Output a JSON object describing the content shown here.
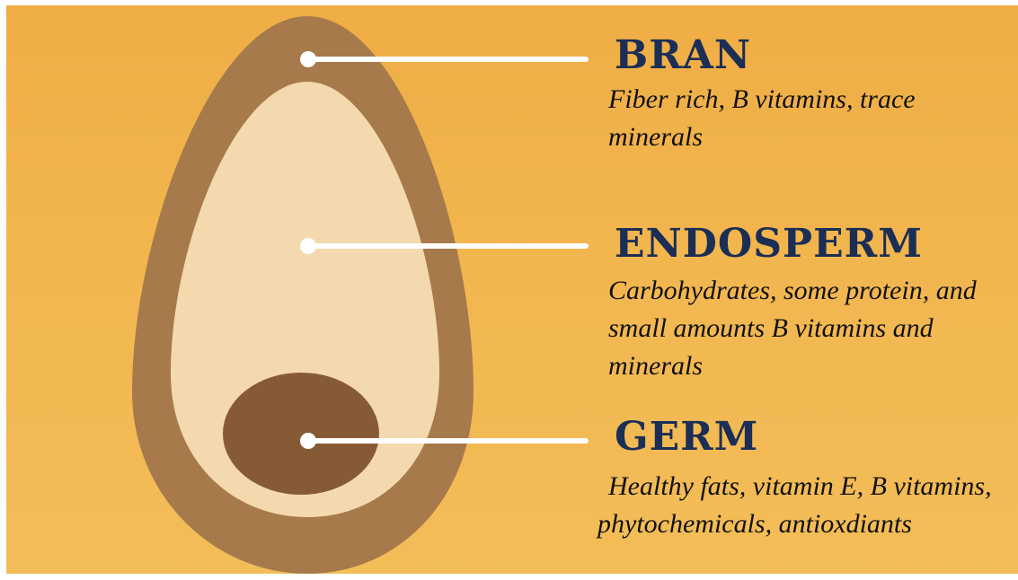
{
  "parts": [
    {
      "name": "BRAN",
      "description": "Fiber rich, B vitamins, trace minerals"
    },
    {
      "name": "ENDOSPERM",
      "description": "Carbohydrates, some protein, and small amounts B vitamins and minerals"
    },
    {
      "name": "GERM",
      "description": "Healthy fats, vitamin E, B vitamins, phytochemicals, antioxdiants"
    }
  ],
  "colors": {
    "background": "#f2b64f",
    "bran": "#a67a4b",
    "endosperm": "#f5d9ae",
    "germ": "#875a36",
    "title_text": "#1b2e55",
    "leader_line": "#ffffff"
  }
}
